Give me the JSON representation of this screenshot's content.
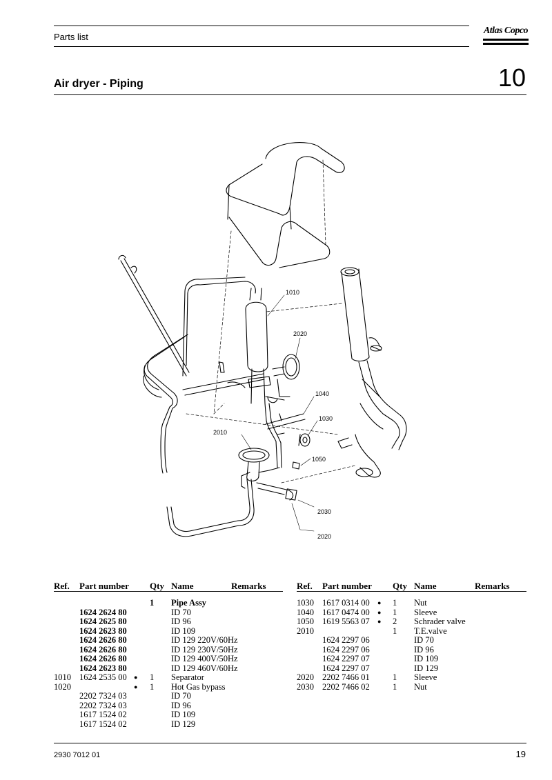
{
  "header": {
    "section_label": "Parts list",
    "logo_text": "Atlas Copco"
  },
  "title": "Air dryer - Piping",
  "chapter": "10",
  "drawing_callouts": [
    "1010",
    "2020",
    "1040",
    "1030",
    "2010",
    "1050",
    "2030",
    "2020"
  ],
  "table_headers": {
    "ref": "Ref.",
    "part_number": "Part number",
    "qty": "Qty",
    "name": "Name",
    "remarks": "Remarks"
  },
  "left_rows": [
    {
      "ref": "",
      "part": "",
      "dot": "",
      "qty": "1",
      "name": "Pipe Assy",
      "bold_name": true,
      "bold_part": false
    },
    {
      "ref": "",
      "part": "1624 2624 80",
      "dot": "",
      "qty": "",
      "name": "ID 70",
      "bold_name": false,
      "bold_part": true
    },
    {
      "ref": "",
      "part": "1624 2625 80",
      "dot": "",
      "qty": "",
      "name": "ID 96",
      "bold_name": false,
      "bold_part": true
    },
    {
      "ref": "",
      "part": "1624 2623 80",
      "dot": "",
      "qty": "",
      "name": "ID 109",
      "bold_name": false,
      "bold_part": true
    },
    {
      "ref": "",
      "part": "1624 2626 80",
      "dot": "",
      "qty": "",
      "name": "ID 129 220V/60Hz",
      "bold_name": false,
      "bold_part": true
    },
    {
      "ref": "",
      "part": "1624 2626 80",
      "dot": "",
      "qty": "",
      "name": "ID 129 230V/50Hz",
      "bold_name": false,
      "bold_part": true
    },
    {
      "ref": "",
      "part": "1624 2626 80",
      "dot": "",
      "qty": "",
      "name": "ID 129 400V/50Hz",
      "bold_name": false,
      "bold_part": true
    },
    {
      "ref": "",
      "part": "1624 2623 80",
      "dot": "",
      "qty": "",
      "name": "ID 129 460V/60Hz",
      "bold_name": false,
      "bold_part": true
    },
    {
      "ref": "1010",
      "part": "1624 2535 00",
      "dot": "●",
      "qty": "1",
      "name": "Separator",
      "bold_name": false,
      "bold_part": false
    },
    {
      "ref": "1020",
      "part": "",
      "dot": "●",
      "qty": "1",
      "name": "Hot Gas bypass",
      "bold_name": false,
      "bold_part": false
    },
    {
      "ref": "",
      "part": "2202 7324 03",
      "dot": "",
      "qty": "",
      "name": "ID 70",
      "bold_name": false,
      "bold_part": false
    },
    {
      "ref": "",
      "part": "2202 7324 03",
      "dot": "",
      "qty": "",
      "name": "ID 96",
      "bold_name": false,
      "bold_part": false
    },
    {
      "ref": "",
      "part": "1617 1524 02",
      "dot": "",
      "qty": "",
      "name": "ID 109",
      "bold_name": false,
      "bold_part": false
    },
    {
      "ref": "",
      "part": "1617 1524 02",
      "dot": "",
      "qty": "",
      "name": "ID 129",
      "bold_name": false,
      "bold_part": false
    }
  ],
  "right_rows": [
    {
      "ref": "1030",
      "part": "1617 0314 00",
      "dot": "●",
      "qty": "1",
      "name": "Nut"
    },
    {
      "ref": "1040",
      "part": "1617 0474 00",
      "dot": "●",
      "qty": "1",
      "name": "Sleeve"
    },
    {
      "ref": "1050",
      "part": "1619 5563 07",
      "dot": "●",
      "qty": "2",
      "name": "Schrader valve"
    },
    {
      "ref": "2010",
      "part": "",
      "dot": "",
      "qty": "1",
      "name": "T.E.valve"
    },
    {
      "ref": "",
      "part": "1624 2297 06",
      "dot": "",
      "qty": "",
      "name": "ID 70"
    },
    {
      "ref": "",
      "part": "1624 2297 06",
      "dot": "",
      "qty": "",
      "name": "ID 96"
    },
    {
      "ref": "",
      "part": "1624 2297 07",
      "dot": "",
      "qty": "",
      "name": "ID 109"
    },
    {
      "ref": "",
      "part": "1624 2297 07",
      "dot": "",
      "qty": "",
      "name": "ID 129"
    },
    {
      "ref": "2020",
      "part": "2202 7466 01",
      "dot": "",
      "qty": "1",
      "name": "Sleeve"
    },
    {
      "ref": "2030",
      "part": "2202 7466 02",
      "dot": "",
      "qty": "1",
      "name": "Nut"
    }
  ],
  "footer": {
    "doc_number": "2930 7012 01",
    "page_number": "19"
  }
}
